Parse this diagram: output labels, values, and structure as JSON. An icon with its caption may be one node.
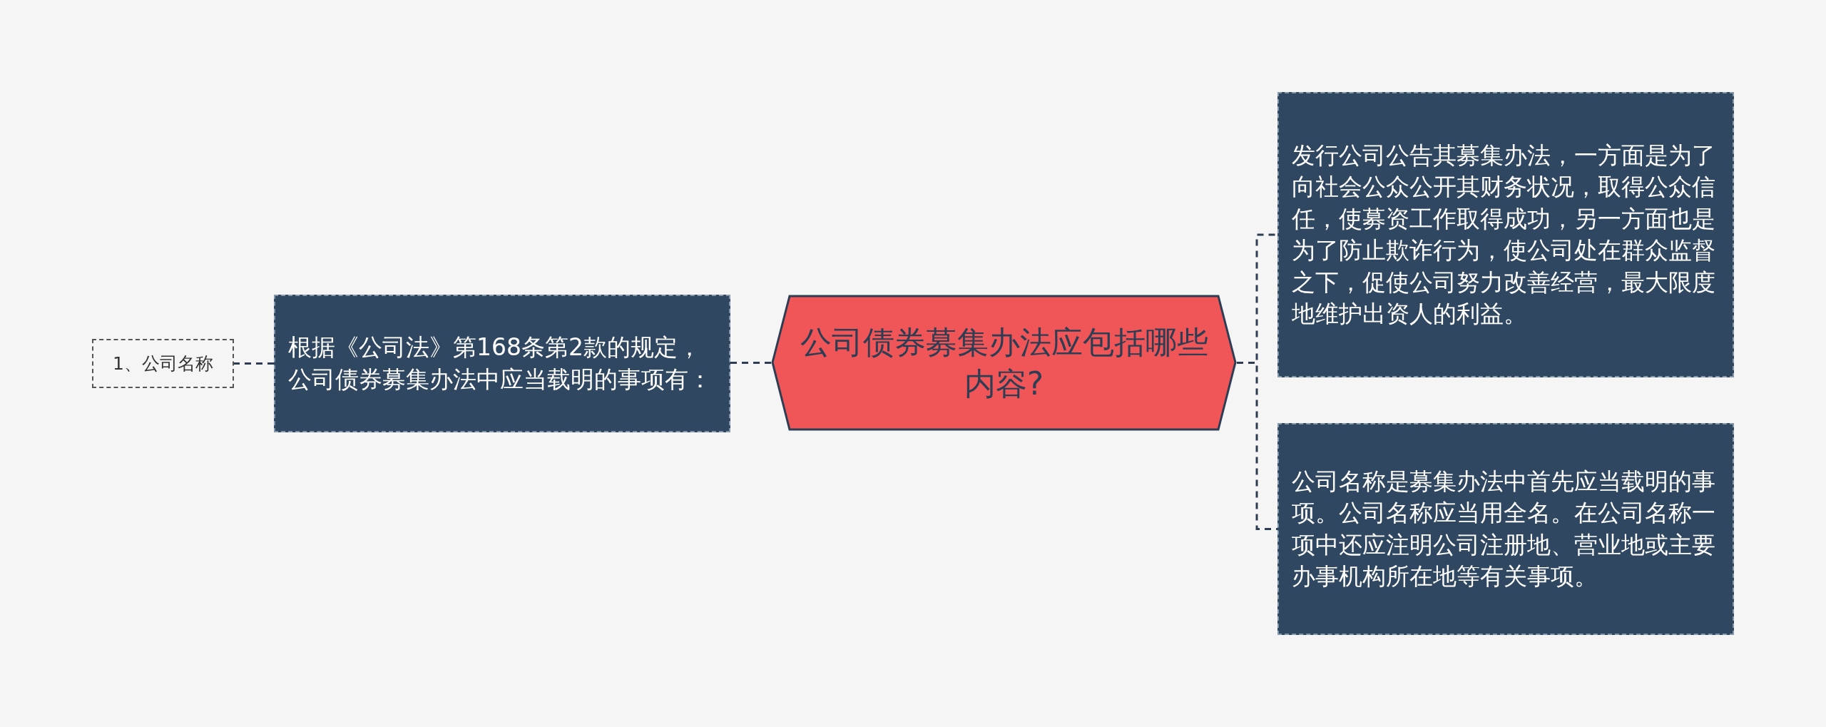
{
  "diagram": {
    "nodes": [
      {
        "text": [
          "公司债券募集办法应包括哪些内容?"
        ]
      },
      {
        "text": [
          "根据《公司法》第168条第2款的规定，公司债券募集办法中应当载明的事项有："
        ]
      },
      {
        "text": [
          "1、公司名称"
        ]
      },
      {
        "text": [
          "发行公司公告其募集办法，一方面是为了向社会公众公开其财务状况，取得公众信任，使募资工作取得成功，另一方面也是为了防止欺诈行为，使公司处在群众监督之下，促使公司努力改善经营，最大限度地维护出资人的利益。"
        ]
      },
      {
        "text": [
          "公司名称是募集办法中首先应当载明的事项。公司名称应当用全名。在公司名称一项中还应注明公司注册地、营业地或主要办事机构所在地等有关事项。"
        ]
      }
    ],
    "edges": [
      {
        "from": 0,
        "to": 1,
        "arrow": "none",
        "style": "dashed"
      },
      {
        "from": 1,
        "to": 2,
        "arrow": "none",
        "style": "dashed"
      },
      {
        "from": 0,
        "to": 3,
        "arrow": "none",
        "style": "dashed"
      },
      {
        "from": 0,
        "to": 4,
        "arrow": "none",
        "style": "dashed"
      }
    ]
  }
}
